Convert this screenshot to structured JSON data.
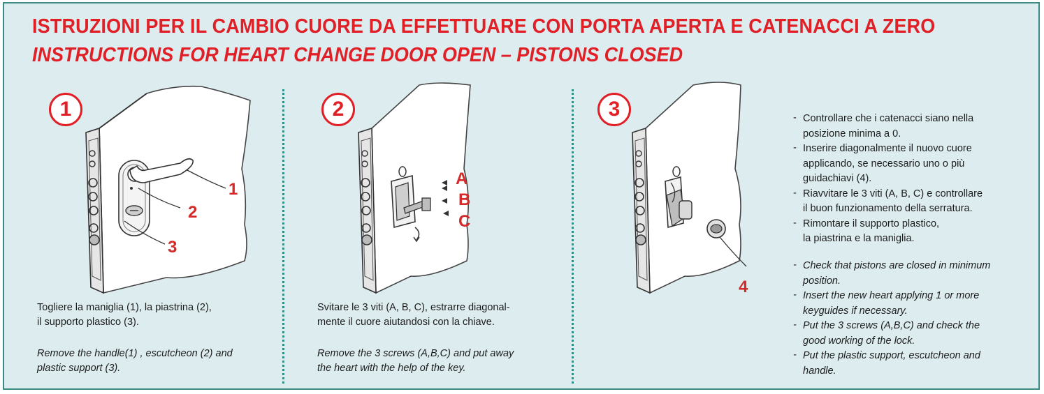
{
  "title": {
    "italian": "ISTRUZIONI PER IL CAMBIO CUORE DA EFFETTUARE CON PORTA APERTA E CATENACCI A ZERO",
    "english": "INSTRUCTIONS FOR HEART CHANGE DOOR OPEN – PISTONS CLOSED"
  },
  "steps": [
    {
      "number": "1",
      "callouts": [
        "1",
        "2",
        "3"
      ],
      "caption_it": [
        "Togliere la maniglia (1), la piastrina (2),",
        "il supporto plastico (3)."
      ],
      "caption_en": [
        "Remove the handle(1) , escutcheon (2) and",
        "plastic support (3)."
      ]
    },
    {
      "number": "2",
      "callouts": [
        "A",
        "B",
        "C"
      ],
      "caption_it": [
        "Svitare le 3 viti (A, B, C), estrarre diagonal-",
        "mente il cuore aiutandosi con la chiave."
      ],
      "caption_en": [
        "Remove the 3 screws (A,B,C) and put away",
        "the heart with the help of the key."
      ]
    },
    {
      "number": "3",
      "callouts": [
        "4"
      ]
    }
  ],
  "notes_it": [
    [
      "Controllare che i catenacci siano nella",
      "posizione minima a 0."
    ],
    [
      "Inserire diagonalmente il nuovo cuore",
      "applicando, se necessario uno o più",
      "guidachiavi (4)."
    ],
    [
      "Riavvitare le 3 viti (A, B, C) e controllare",
      "il buon funzionamento della serratura."
    ],
    [
      "Rimontare il supporto plastico,",
      "la piastrina e la maniglia."
    ]
  ],
  "notes_en": [
    [
      "Check that pistons are closed in minimum",
      "position."
    ],
    [
      "Insert the new heart applying 1 or more",
      "keyguides if necessary."
    ],
    [
      "Put the 3 screws (A,B,C) and check the",
      "good working of the lock."
    ],
    [
      "Put the plastic support, escutcheon and",
      "handle."
    ]
  ],
  "colors": {
    "background": "#dcecef",
    "accent_red": "#e01f26",
    "divider_teal": "#2e8f86",
    "text": "#1c1c1c"
  }
}
